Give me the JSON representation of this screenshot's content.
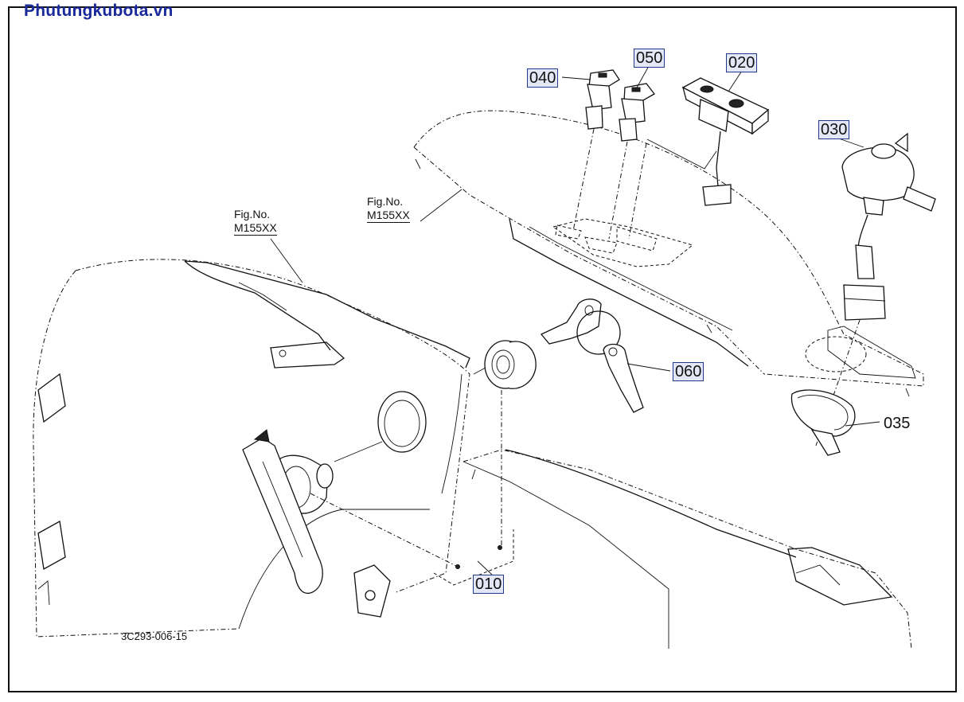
{
  "site_title": "Phutungkubota.vn",
  "callouts": {
    "p040": "040",
    "p050": "050",
    "p020": "020",
    "p030": "030",
    "p060": "060",
    "p035": "035",
    "p010": "010"
  },
  "fig_refs": [
    {
      "line1": "Fig.No.",
      "line2": "M155XX"
    },
    {
      "line1": "Fig.No.",
      "line2": "M155XX"
    }
  ],
  "drawing_number": "3C293-006-15",
  "colors": {
    "title": "#1a2a9c",
    "callout_box_border": "#223a8c",
    "callout_box_fill": "#e4e8f6"
  }
}
